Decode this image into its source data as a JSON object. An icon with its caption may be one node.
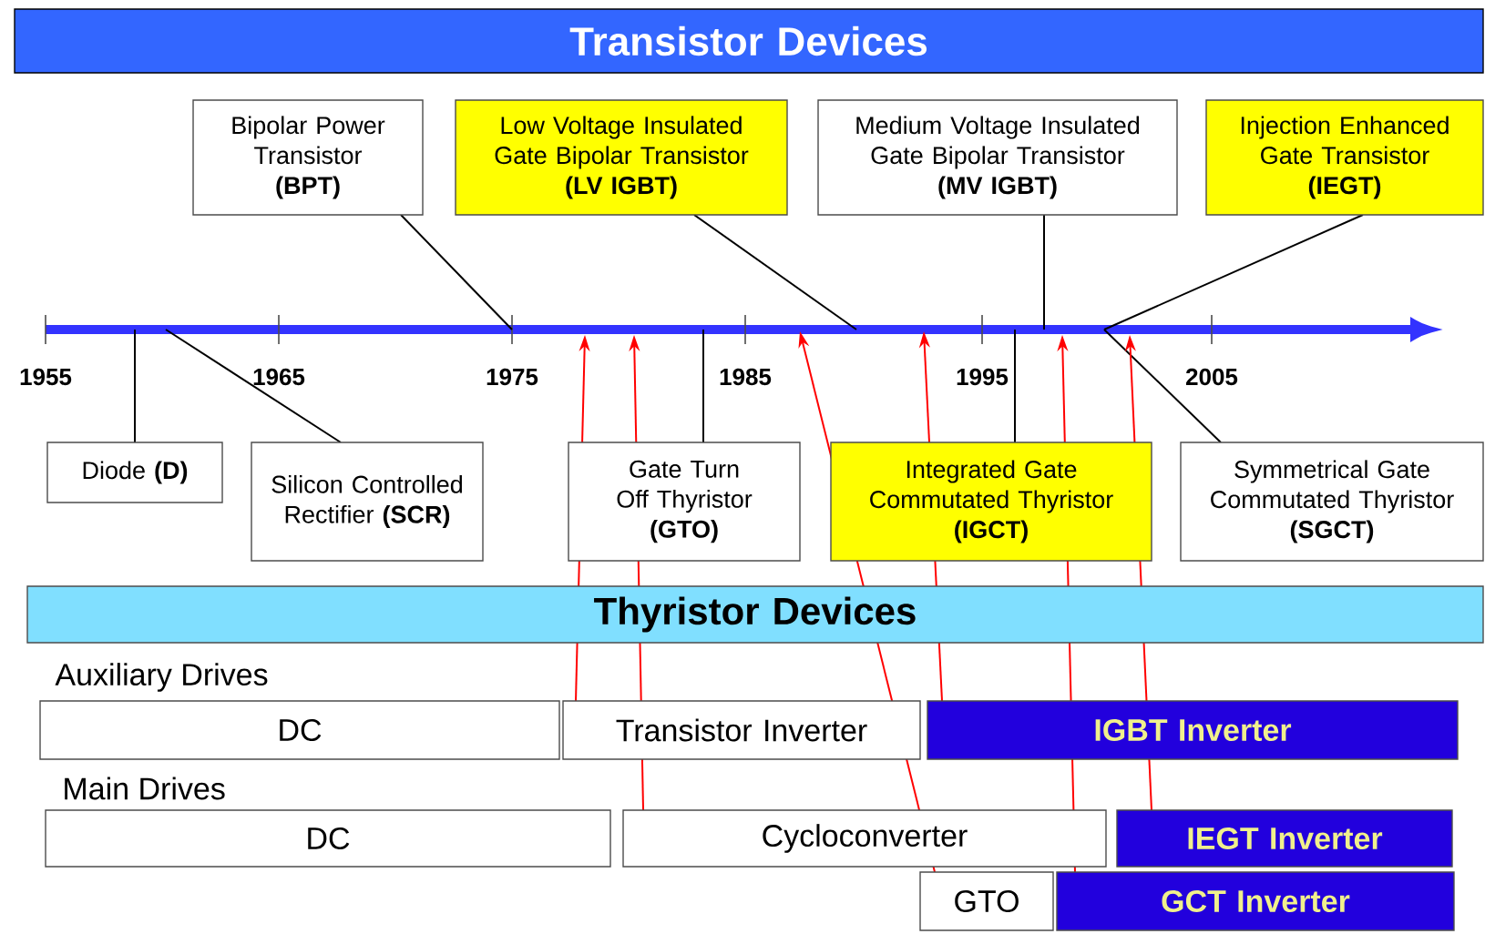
{
  "diagram": {
    "nodes": [
      {
        "text": [
          "Transistor Devices"
        ]
      },
      {
        "text": [
          "Bipolar Power Transistor",
          "(BPT)"
        ]
      },
      {
        "text": [
          "Low Voltage Insulated Gate Bipolar Transistor",
          "(LV IGBT)"
        ]
      },
      {
        "text": [
          "Medium Voltage Insulated Gate Bipolar Transistor",
          "(MV IGBT)"
        ]
      },
      {
        "text": [
          "Injection Enhanced Gate Transistor",
          "(IEGT)"
        ]
      },
      {
        "text": [
          "Diode **(D)**"
        ]
      },
      {
        "text": [
          "Silicon Controlled Rectifier **(SCR)**"
        ]
      },
      {
        "text": [
          "Gate Turn Off Thyristor",
          "(GTO)"
        ]
      },
      {
        "text": [
          "Integrated Gate Commutated Thyristor",
          "(IGCT)"
        ]
      },
      {
        "text": [
          "Symmetrical Gate Commutated Thyristor",
          "(SGCT)"
        ]
      },
      {
        "text": [
          "Thyristor Devices"
        ]
      },
      {
        "text": [
          "DC"
        ]
      },
      {
        "text": [
          "Transistor Inverter"
        ]
      },
      {
        "text": [
          "IGBT  Inverter"
        ]
      },
      {
        "text": [
          "DC"
        ]
      },
      {
        "text": [
          "Cycloconverter"
        ]
      },
      {
        "text": [
          "IEGT Inverter"
        ]
      },
      {
        "text": [
          "GTO"
        ]
      },
      {
        "text": [
          "GCT Inverter"
        ]
      }
    ],
    "edges": [
      {
        "from": 1,
        "to": null,
        "arrow": "none"
      },
      {
        "from": 2,
        "to": null,
        "arrow": "none"
      },
      {
        "from": 3,
        "to": null,
        "arrow": "none"
      },
      {
        "from": 4,
        "to": null,
        "arrow": "none"
      },
      {
        "from": 5,
        "to": null,
        "arrow": "none"
      },
      {
        "from": 6,
        "to": null,
        "arrow": "none"
      },
      {
        "from": 7,
        "to": null,
        "arrow": "none"
      },
      {
        "from": 8,
        "to": null,
        "arrow": "none"
      },
      {
        "from": 9,
        "to": null,
        "arrow": "none"
      },
      {
        "from": 12,
        "to": null,
        "arrow": "to",
        "color": "#ff0000"
      },
      {
        "from": 15,
        "to": null,
        "arrow": "to",
        "color": "#ff0000"
      },
      {
        "from": 17,
        "to": null,
        "arrow": "to",
        "color": "#ff0000"
      },
      {
        "from": 13,
        "to": null,
        "arrow": "to",
        "color": "#ff0000"
      },
      {
        "from": 18,
        "to": null,
        "arrow": "to",
        "color": "#ff0000"
      },
      {
        "from": 16,
        "to": null,
        "arrow": "to",
        "color": "#ff0000"
      }
    ],
    "labels": [
      "1955",
      "1965",
      "1975",
      "1985",
      "1995",
      "2005",
      "Auxiliary Drives",
      "Main Drives"
    ]
  }
}
